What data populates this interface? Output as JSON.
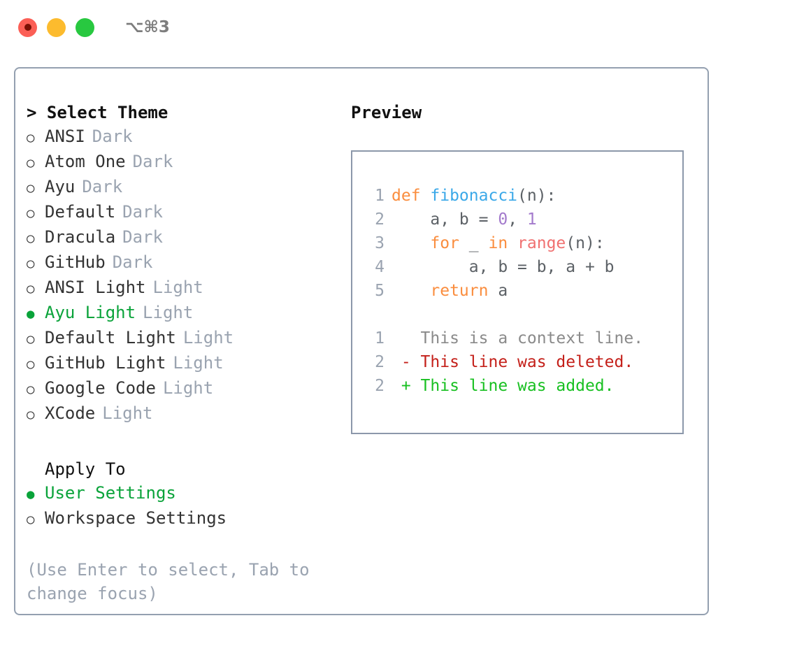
{
  "window": {
    "traffic_lights": [
      "close",
      "minimize",
      "zoom"
    ],
    "shortcut": "⌥⌘3",
    "colors": {
      "red": "#fb5f56",
      "yellow": "#fcbb2e",
      "green": "#28c840",
      "accent_green": "#0aa33a",
      "muted": "#9aa3b0",
      "border": "#94a0b0"
    }
  },
  "theme_list": {
    "header": "> Select Theme",
    "selected_index": 7,
    "items": [
      {
        "bullet": "○",
        "name": "ANSI",
        "tag": "Dark",
        "selected": false
      },
      {
        "bullet": "○",
        "name": "Atom One",
        "tag": "Dark",
        "selected": false
      },
      {
        "bullet": "○",
        "name": "Ayu",
        "tag": "Dark",
        "selected": false
      },
      {
        "bullet": "○",
        "name": "Default",
        "tag": "Dark",
        "selected": false
      },
      {
        "bullet": "○",
        "name": "Dracula",
        "tag": "Dark",
        "selected": false
      },
      {
        "bullet": "○",
        "name": "GitHub",
        "tag": "Dark",
        "selected": false
      },
      {
        "bullet": "○",
        "name": "ANSI Light",
        "tag": "Light",
        "selected": false
      },
      {
        "bullet": "●",
        "name": "Ayu Light",
        "tag": "Light",
        "selected": true
      },
      {
        "bullet": "○",
        "name": "Default Light",
        "tag": "Light",
        "selected": false
      },
      {
        "bullet": "○",
        "name": "GitHub Light",
        "tag": "Light",
        "selected": false
      },
      {
        "bullet": "○",
        "name": "Google Code",
        "tag": "Light",
        "selected": false
      },
      {
        "bullet": "○",
        "name": "XCode",
        "tag": "Light",
        "selected": false
      }
    ]
  },
  "apply_to": {
    "header": "Apply To",
    "items": [
      {
        "bullet": "●",
        "name": "User Settings",
        "selected": true
      },
      {
        "bullet": "○",
        "name": "Workspace Settings",
        "selected": false
      }
    ]
  },
  "hint": "(Use Enter to select, Tab to change focus)",
  "preview": {
    "title": "Preview",
    "code": {
      "lines": [
        {
          "n": "1",
          "tokens": [
            {
              "t": "def ",
              "c": "kw"
            },
            {
              "t": "fibonacci",
              "c": "fn"
            },
            {
              "t": "(n):",
              "c": "pl"
            }
          ]
        },
        {
          "n": "2",
          "tokens": [
            {
              "t": "    a, b = ",
              "c": "pl"
            },
            {
              "t": "0",
              "c": "num"
            },
            {
              "t": ", ",
              "c": "pl"
            },
            {
              "t": "1",
              "c": "num"
            }
          ]
        },
        {
          "n": "3",
          "tokens": [
            {
              "t": "    ",
              "c": "pl"
            },
            {
              "t": "for",
              "c": "kw"
            },
            {
              "t": " _ ",
              "c": "pl"
            },
            {
              "t": "in",
              "c": "kw"
            },
            {
              "t": " ",
              "c": "pl"
            },
            {
              "t": "range",
              "c": "bi"
            },
            {
              "t": "(n):",
              "c": "pl"
            }
          ]
        },
        {
          "n": "4",
          "tokens": [
            {
              "t": "        a, b = b, a + b",
              "c": "pl"
            }
          ]
        },
        {
          "n": "5",
          "tokens": [
            {
              "t": "    ",
              "c": "pl"
            },
            {
              "t": "return",
              "c": "kw"
            },
            {
              "t": " a",
              "c": "pl"
            }
          ]
        }
      ]
    },
    "diff": {
      "lines": [
        {
          "n": "1",
          "marker": " ",
          "text": " This is a context line.",
          "kind": "ctx"
        },
        {
          "n": "2",
          "marker": "-",
          "text": " This line was deleted.",
          "kind": "del"
        },
        {
          "n": "2",
          "marker": "+",
          "text": " This line was added.",
          "kind": "add"
        }
      ]
    }
  }
}
